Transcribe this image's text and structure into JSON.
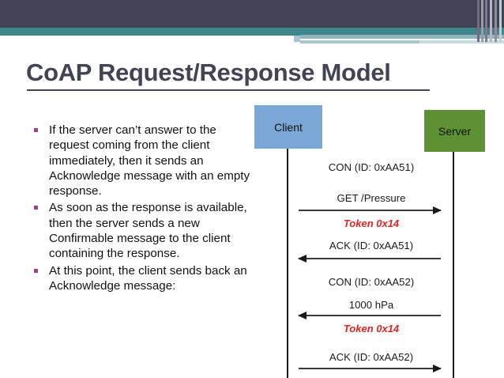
{
  "slide": {
    "title": "CoAP Request/Response Model",
    "bullets": [
      "If the server can’t answer to the request coming from the client immediately, then it sends an Acknowledge message with an empty response.",
      "As soon as the response is available, then the server sends a new Confirmable message to the client containing the response.",
      " At this point, the client sends back an Acknowledge message:"
    ]
  },
  "diagram": {
    "client_label": "Client",
    "server_label": "Server",
    "client_color": "#7BA7D7",
    "server_color": "#5E9133",
    "token_color": "#E02323",
    "messages": [
      {
        "text": "CON (ID: 0xAA51)",
        "kind": "label"
      },
      {
        "text": "GET /Pressure",
        "kind": "label"
      },
      {
        "text": "Token 0x14",
        "kind": "token"
      },
      {
        "text": "ACK (ID: 0xAA51)",
        "kind": "label"
      },
      {
        "text": "CON (ID: 0xAA52)",
        "kind": "label"
      },
      {
        "text": "1000 hPa",
        "kind": "label"
      },
      {
        "text": "Token 0x14",
        "kind": "token"
      },
      {
        "text": "ACK (ID: 0xAA52)",
        "kind": "label"
      }
    ],
    "arrows": [
      {
        "direction": "right"
      },
      {
        "direction": "left"
      },
      {
        "direction": "left"
      },
      {
        "direction": "right"
      }
    ]
  },
  "theme": {
    "header_navy": "#434356",
    "header_teal": "#3E858C",
    "header_pale": "#A9C6CC",
    "title_color": "#434356",
    "bullet_marker_color": "#9B3F9B"
  }
}
